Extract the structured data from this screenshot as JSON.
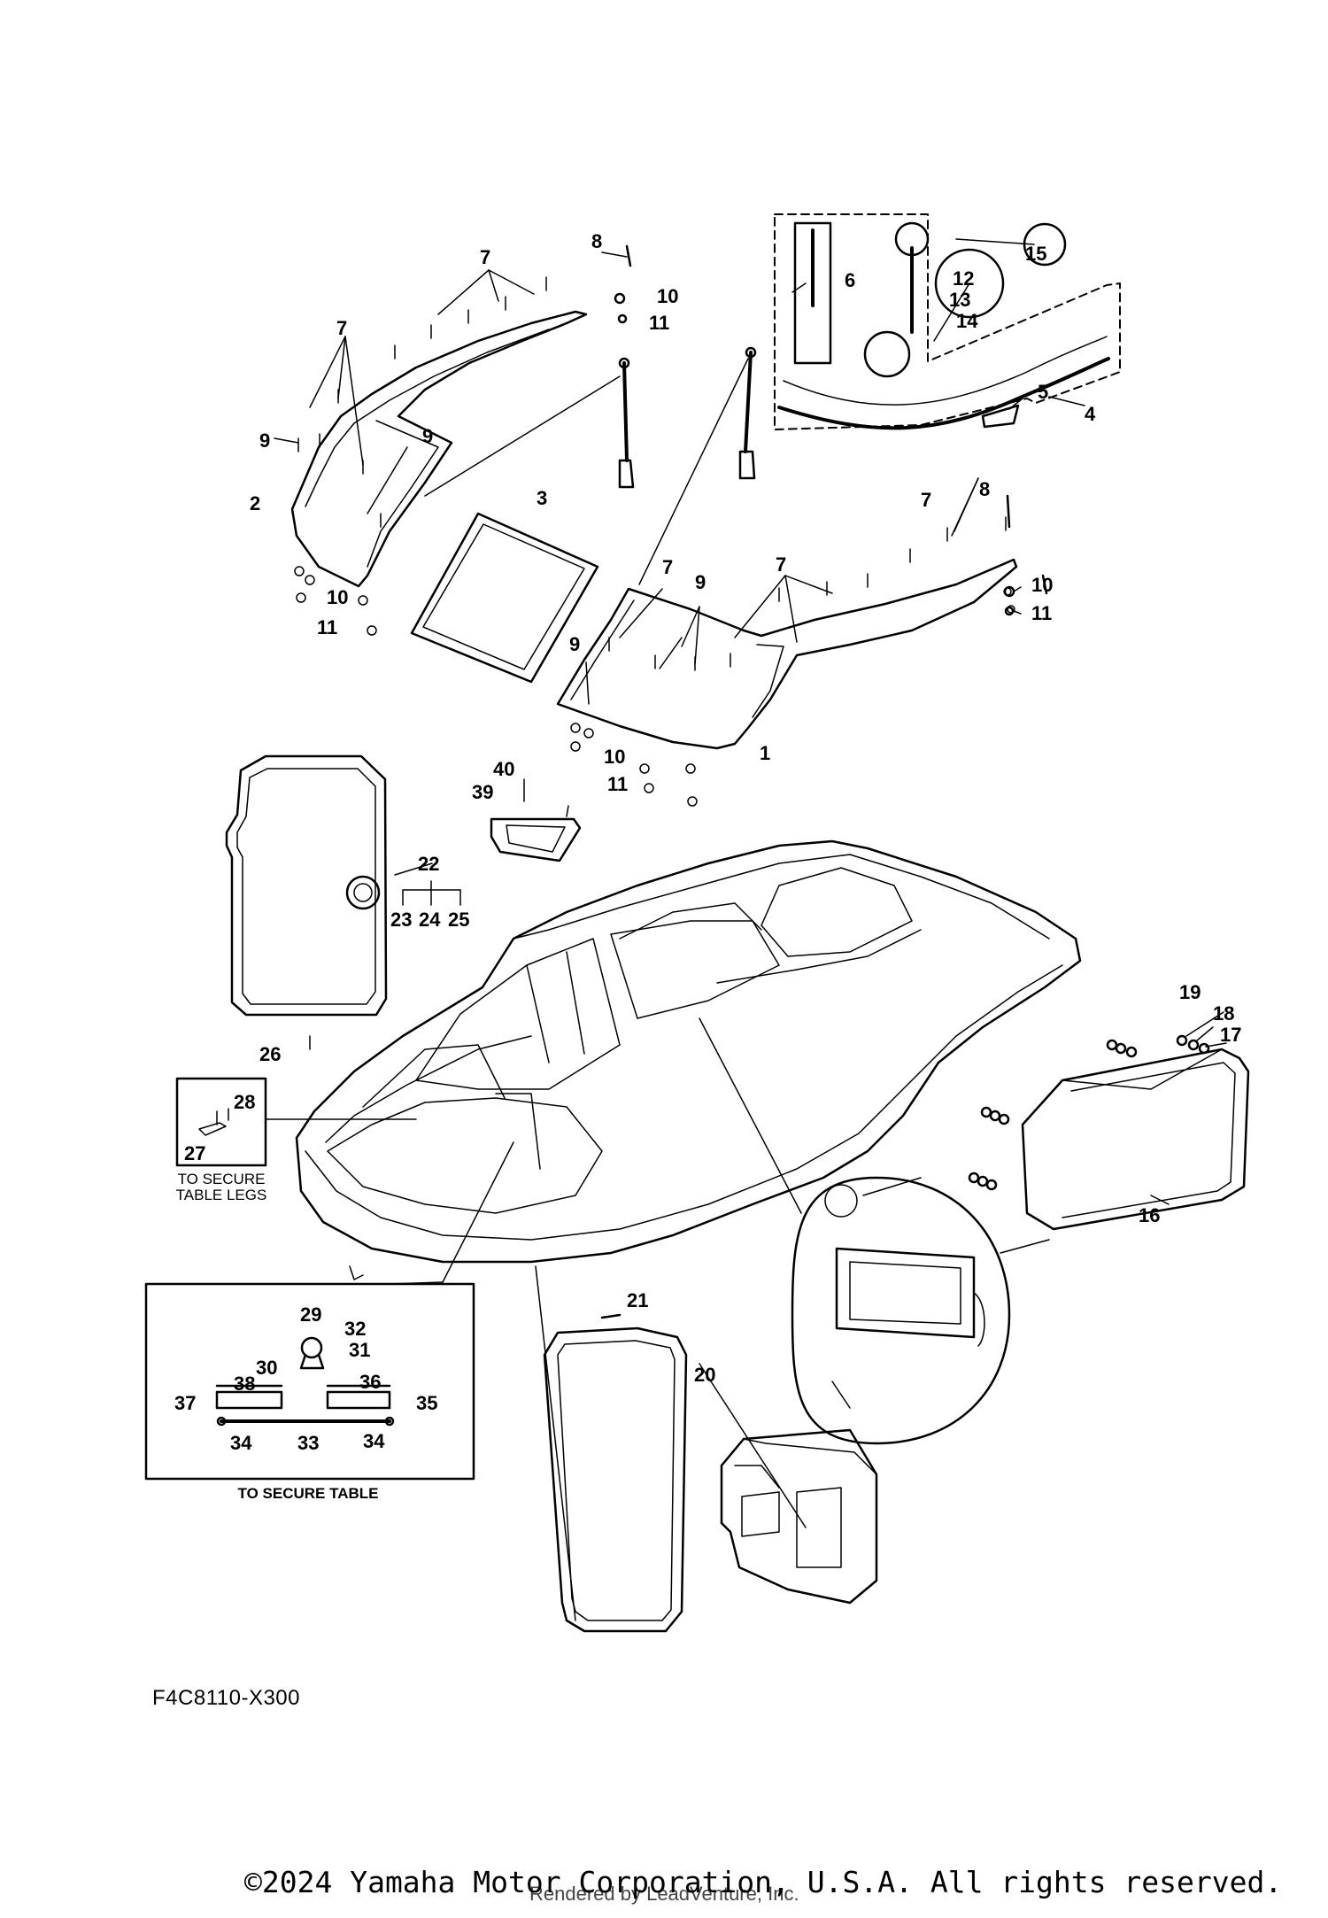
{
  "callouts": [
    "1",
    "2",
    "3",
    "4",
    "5",
    "6",
    "7",
    "8",
    "9",
    "10",
    "11",
    "12",
    "13",
    "14",
    "15",
    "16",
    "17",
    "18",
    "19",
    "20",
    "21",
    "22",
    "23",
    "24",
    "25",
    "26",
    "27",
    "28",
    "29",
    "30",
    "31",
    "32",
    "33",
    "34",
    "35",
    "36",
    "37",
    "38",
    "39",
    "40"
  ],
  "captions": {
    "table_legs_line1": "TO SECURE",
    "table_legs_line2": "TABLE LEGS",
    "table": "TO SECURE TABLE"
  },
  "figure_code": "F4C8110-X300",
  "copyright": "©2024 Yamaha Motor Corporation, U.S.A. All rights reserved.",
  "render_credit": "Rendered by LeadVenture, Inc."
}
